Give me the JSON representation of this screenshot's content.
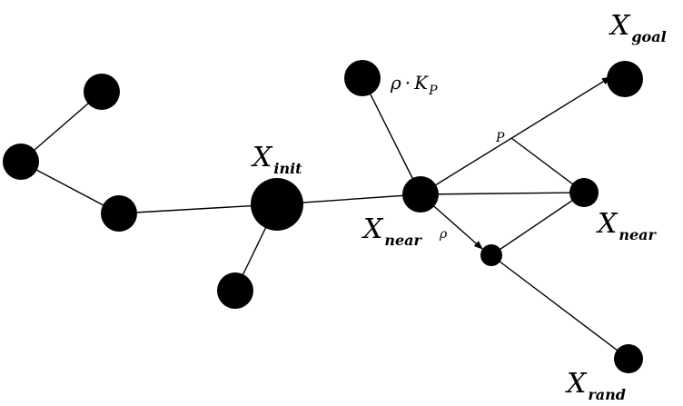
{
  "labels": {
    "x_goal": {
      "main": "X",
      "sub": "goal"
    },
    "x_init": {
      "main": "X",
      "sub": "init"
    },
    "x_near_left": {
      "main": "X",
      "sub": "near"
    },
    "x_near_right": {
      "main": "X",
      "sub": "near"
    },
    "x_rand": {
      "main": "X",
      "sub": "rand"
    },
    "rho_kp": {
      "rho": "ρ",
      "dot": "·",
      "k": "K",
      "sub": "P"
    },
    "p": "P",
    "rho": "ρ"
  },
  "colors": {
    "node": "#000000",
    "edge": "#000000",
    "background": "#ffffff"
  }
}
